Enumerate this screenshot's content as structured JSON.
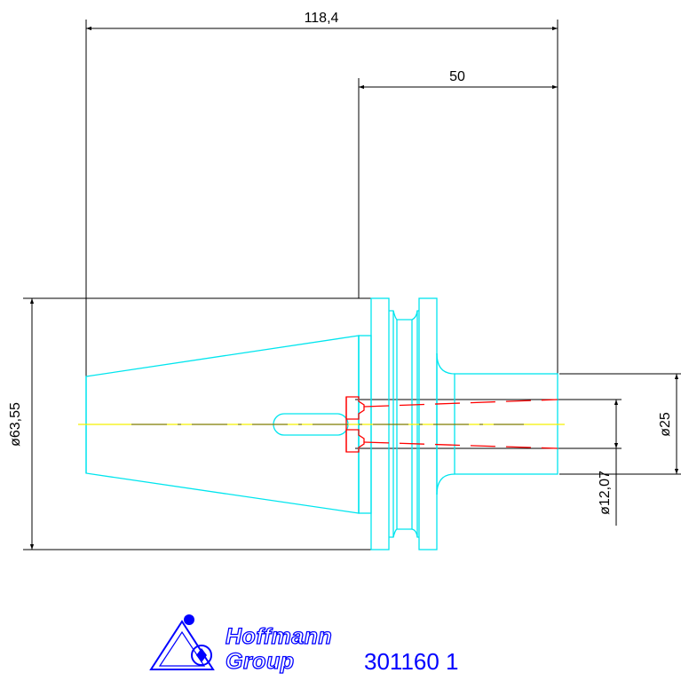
{
  "drawing": {
    "dimensions": {
      "overall_length": "118,4",
      "shank_length": "50",
      "flange_diameter": "ø63,55",
      "shank_diameter": "ø25",
      "bore_diameter": "ø12,07"
    },
    "colors": {
      "outline": "#00e5ee",
      "dimension": "#000000",
      "centerline": "#ffff00",
      "hidden": "#ff0000",
      "brand": "#0000ff"
    }
  },
  "branding": {
    "logo_line1": "Hoffmann",
    "logo_line2": "Group",
    "part_number": "301160 1",
    "logo_icon": "hoffmann-figure-icon"
  }
}
